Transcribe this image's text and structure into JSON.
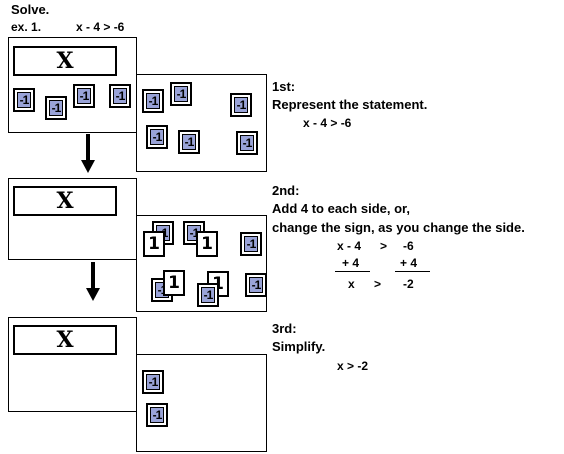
{
  "header": {
    "title": "Solve.",
    "example_label": "ex. 1.",
    "example_expr": "x - 4 > -6"
  },
  "tiles": {
    "x": "X",
    "neg": "-1",
    "pos": "1"
  },
  "steps": [
    {
      "label": "1st:",
      "lines": [
        "Represent the statement.",
        "x - 4 > -6"
      ]
    },
    {
      "label": "2nd:",
      "lines": [
        "Add 4 to each side, or,",
        "change the sign, as you change the side."
      ],
      "work": {
        "left1": "x - 4",
        "op1": ">",
        "right1": "-6",
        "left2": "+ 4",
        "right2": "+ 4",
        "left3": "x",
        "op3": ">",
        "right3": "-2"
      }
    },
    {
      "label": "3rd:",
      "lines": [
        "Simplify.",
        "x > -2"
      ]
    }
  ],
  "colors": {
    "neg_tile": "#99a3d8"
  }
}
